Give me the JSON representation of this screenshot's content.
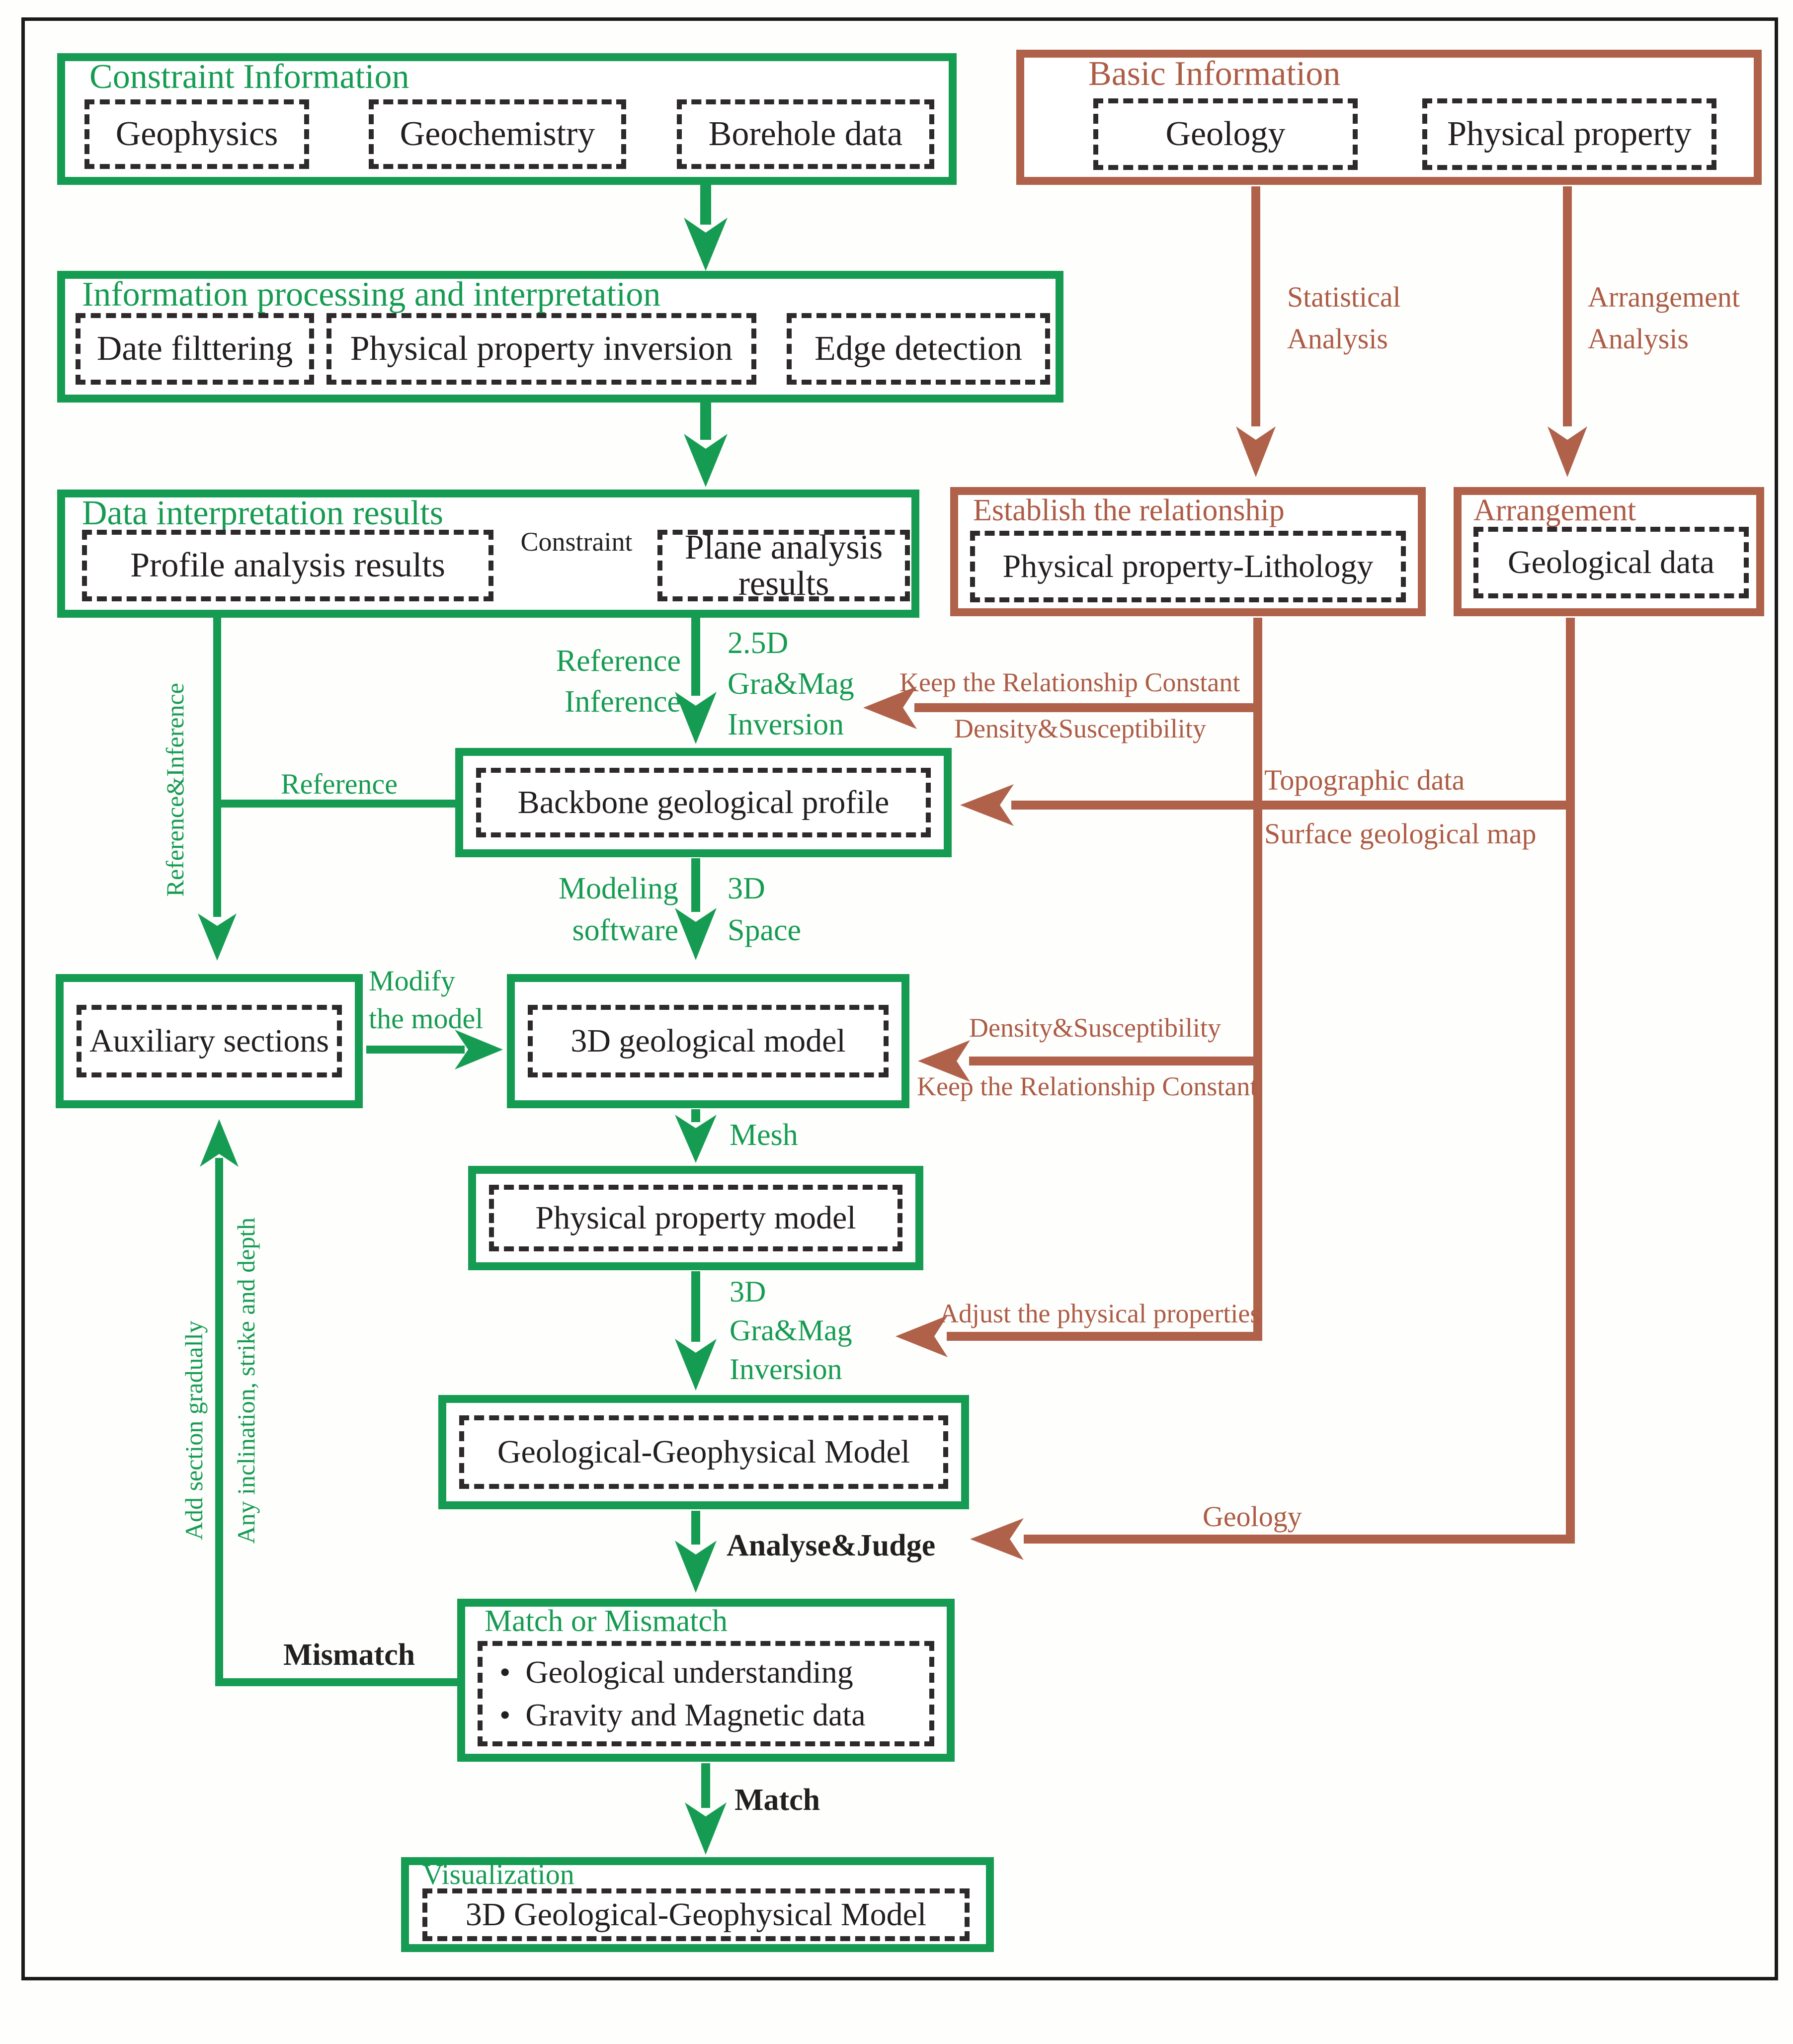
{
  "colors": {
    "green": "#169c52",
    "brown": "#b0614a",
    "ink": "#231f20",
    "dash_border": "#2e2a2b"
  },
  "constraint_info": {
    "title": "Constraint Information",
    "items": [
      "Geophysics",
      "Geochemistry",
      "Borehole data"
    ]
  },
  "basic_info": {
    "title": "Basic Information",
    "geology": "Geology",
    "physical_property": "Physical property"
  },
  "processing": {
    "title": "Information processing and interpretation",
    "items": [
      "Date filttering",
      "Physical property inversion",
      "Edge detection"
    ]
  },
  "interpretation": {
    "title": "Data interpretation results",
    "profile": "Profile analysis results",
    "plane": "Plane analysis results",
    "constraint_label": "Constraint"
  },
  "establish": {
    "title": "Establish the relationship",
    "item": "Physical property-Lithology"
  },
  "arrangement": {
    "title": "Arrangement",
    "item": "Geological data"
  },
  "backbone": {
    "label": "Backbone geological profile"
  },
  "auxiliary": {
    "label": "Auxiliary sections"
  },
  "model3d": {
    "label": "3D geological model"
  },
  "physical_model": {
    "label": "Physical property model"
  },
  "geo_geo_model": {
    "label": "Geological-Geophysical Model"
  },
  "match_box": {
    "title": "Match or Mismatch",
    "bullet": "•",
    "items": [
      "Geological understanding",
      "Gravity and Magnetic data"
    ]
  },
  "visualization": {
    "title": "Visualization",
    "item": "3D Geological-Geophysical Model"
  },
  "green_labels": {
    "reference_inference_rot": "Reference&Inference",
    "reference": "Reference",
    "reference_l1": "Reference",
    "reference_l2": "Inference",
    "inv25": [
      "2.5D",
      "Gra&Mag",
      "Inversion"
    ],
    "modeling": [
      "Modeling",
      "software"
    ],
    "space3d": [
      "3D",
      "Space"
    ],
    "modify": [
      "Modify",
      "the model"
    ],
    "mesh": "Mesh",
    "inv3d": [
      "3D",
      "Gra&Mag",
      "Inversion"
    ],
    "add_section": "Add section gradually",
    "any_inclination": "Any inclination, strike and depth"
  },
  "black_labels": {
    "analyse": "Analyse&Judge",
    "mismatch": "Mismatch",
    "match": "Match"
  },
  "brown_labels": {
    "statistical": [
      "Statistical",
      "Analysis"
    ],
    "arrangement_analysis": [
      "Arrangement",
      "Analysis"
    ],
    "keep": "Keep the Relationship Constant",
    "density": "Density&Susceptibility",
    "topographic": "Topographic data",
    "surface": "Surface geological map",
    "adjust": "Adjust the physical properties",
    "geology": "Geology"
  }
}
